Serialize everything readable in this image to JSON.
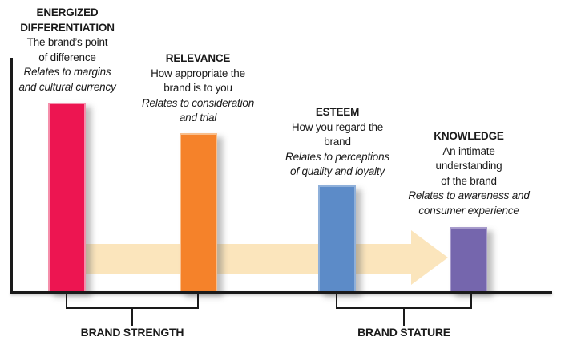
{
  "arrow": {
    "color": "#FBE5BC",
    "direction": "left-to-right"
  },
  "axis_color": "#1a1a1a",
  "pillars": [
    {
      "id": "energized-differentiation",
      "title_lines": [
        "ENERGIZED",
        "DIFFERENTIATION"
      ],
      "desc_lines": [
        "The brand’s point",
        "of difference"
      ],
      "note_lines": [
        "Relates to margins",
        "and cultural currency"
      ],
      "bar_color": "#ED1551",
      "bar_edge": "#F58FAB"
    },
    {
      "id": "relevance",
      "title_lines": [
        "RELEVANCE"
      ],
      "desc_lines": [
        "How appropriate the",
        "brand is to you"
      ],
      "note_lines": [
        "Relates to consideration",
        "and trial"
      ],
      "bar_color": "#F5822A",
      "bar_edge": "#F9BE8B"
    },
    {
      "id": "esteem",
      "title_lines": [
        "ESTEEM"
      ],
      "desc_lines": [
        "How you regard the",
        "brand"
      ],
      "note_lines": [
        "Relates to perceptions",
        "of quality and loyalty"
      ],
      "bar_color": "#5C8BC8",
      "bar_edge": "#8FB0DA"
    },
    {
      "id": "knowledge",
      "title_lines": [
        "KNOWLEDGE"
      ],
      "desc_lines": [
        "An intimate",
        "understanding",
        "of the brand"
      ],
      "note_lines": [
        "Relates to awareness and",
        "consumer experience"
      ],
      "bar_color": "#7566AD",
      "bar_edge": "#A79BCB"
    }
  ],
  "groups": [
    {
      "label": "BRAND STRENGTH"
    },
    {
      "label": "BRAND STATURE"
    }
  ],
  "chart_data": {
    "type": "bar",
    "title": "",
    "categories": [
      "ENERGIZED DIFFERENTIATION",
      "RELEVANCE",
      "ESTEEM",
      "KNOWLEDGE"
    ],
    "values": [
      81,
      68,
      46,
      28
    ],
    "values_unit": "relative bar height, % of axis (no numeric scale shown)",
    "bar_colors": [
      "#ED1551",
      "#F5822A",
      "#5C8BC8",
      "#7566AD"
    ],
    "xlabel": "",
    "ylabel": "",
    "grid": false,
    "legend": false,
    "annotations": [
      "ENERGIZED DIFFERENTIATION — The brand's point of difference — Relates to margins and cultural currency",
      "RELEVANCE — How appropriate the brand is to you — Relates to consideration and trial",
      "ESTEEM — How you regard the brand — Relates to perceptions of quality and loyalty",
      "KNOWLEDGE — An intimate understanding of the brand — Relates to awareness and consumer experience"
    ],
    "group_brackets": [
      {
        "label": "BRAND STRENGTH",
        "categories": [
          "ENERGIZED DIFFERENTIATION",
          "RELEVANCE"
        ]
      },
      {
        "label": "BRAND STATURE",
        "categories": [
          "ESTEEM",
          "KNOWLEDGE"
        ]
      }
    ],
    "extra": "light cream arrow runs left-to-right behind the bars"
  }
}
